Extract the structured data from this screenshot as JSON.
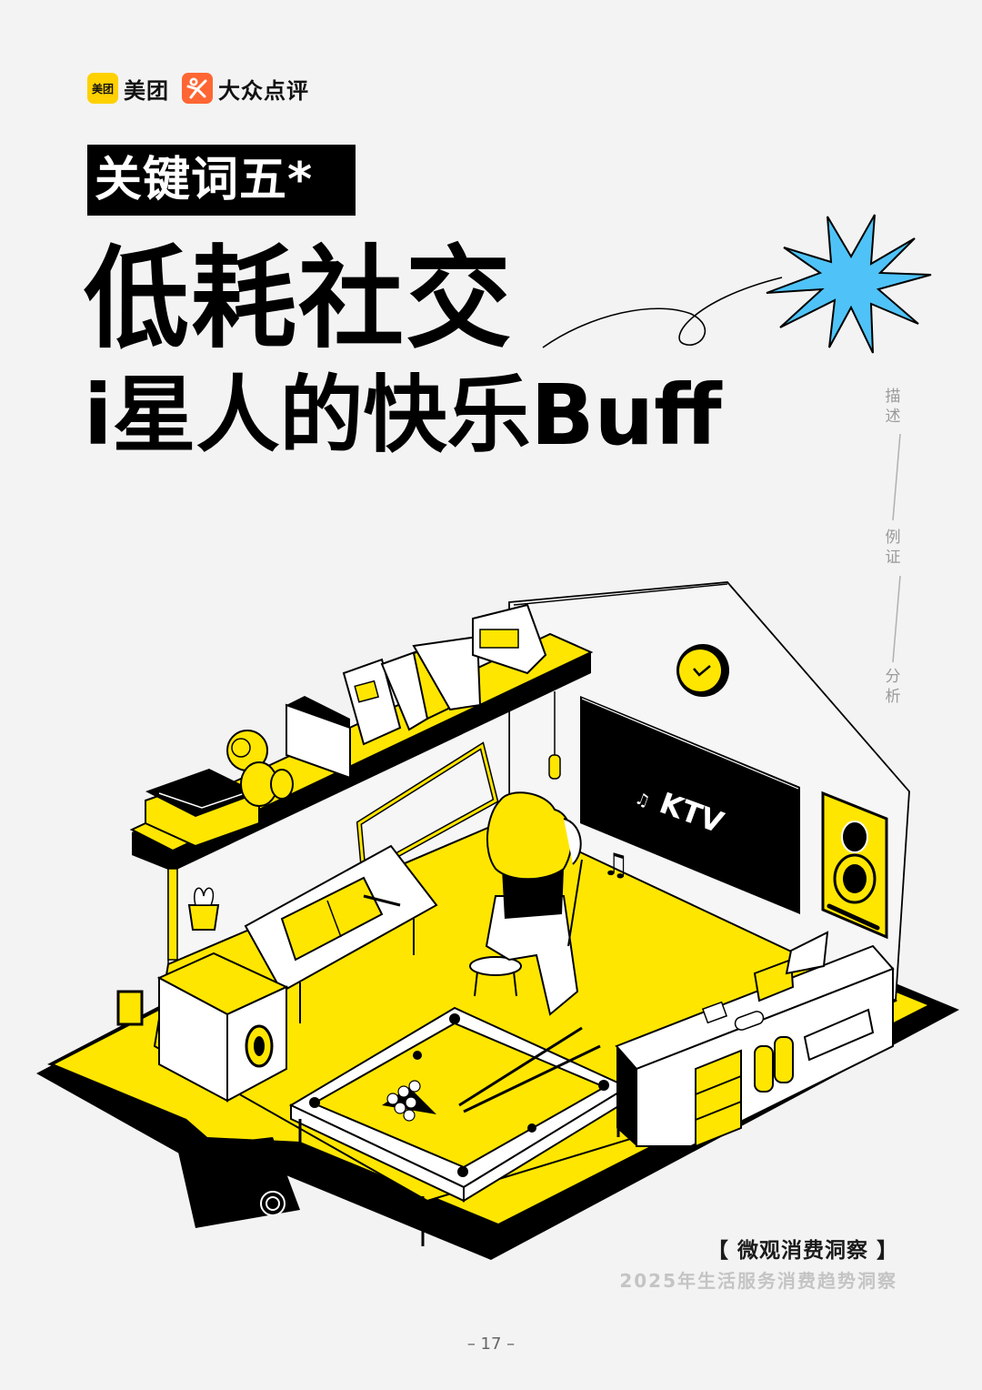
{
  "header": {
    "logos": [
      {
        "badge": "美团",
        "name": "美团",
        "color": "#ffd100",
        "icon": "meituan-logo-icon"
      },
      {
        "badge": "",
        "name": "大众点评",
        "color": "#ff6633",
        "icon": "dianping-logo-icon"
      }
    ]
  },
  "keyword_tag": "关键词五*",
  "title": {
    "main": "低耗社交",
    "sub": "i星人的快乐Buff"
  },
  "side_nav": {
    "items": [
      {
        "label": "描述"
      },
      {
        "label": "例证"
      },
      {
        "label": "分析"
      }
    ]
  },
  "illustration": {
    "tv_label": "KTV",
    "tv_icon": "music-note-icon",
    "colors": {
      "accent_yellow": "#ffe600",
      "burst_blue": "#4fc3f7",
      "ink": "#000000",
      "paper": "#f3f3f3"
    },
    "elements": [
      "wall-shelf",
      "books",
      "teddy-bear",
      "wall-clock",
      "tv-screen",
      "speaker",
      "singer-character",
      "stool",
      "drawing-desk",
      "open-notebook",
      "pool-table",
      "billiard-rack",
      "cues",
      "tv-cabinet",
      "game-controller",
      "plant-pot",
      "phone-frame-base"
    ]
  },
  "footer": {
    "series": "【 微观消费洞察 】",
    "report": "2025年生活服务消费趋势洞察",
    "page_number": "– 17 –"
  }
}
